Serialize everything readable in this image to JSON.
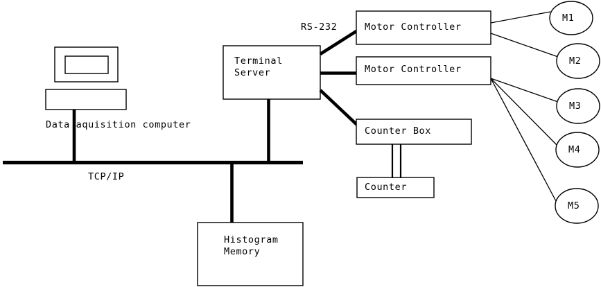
{
  "diagram": {
    "title": "Data acquisition system block diagram",
    "colors": {
      "background": "#ffffff",
      "stroke": "#000000",
      "text": "#000000"
    },
    "nodes": {
      "monitor": {
        "label": ""
      },
      "keyboard": {
        "label": ""
      },
      "computer_caption": {
        "label": "Data aquisition computer"
      },
      "terminal_server": {
        "line1": "Terminal",
        "line2": "Server"
      },
      "motor_controller_1": {
        "label": "Motor Controller"
      },
      "motor_controller_2": {
        "label": "Motor Controller"
      },
      "counter_box": {
        "label": "Counter Box"
      },
      "counter": {
        "label": "Counter"
      },
      "histogram_memory": {
        "line1": "Histogram",
        "line2": "Memory"
      },
      "motors": [
        {
          "label": "M1"
        },
        {
          "label": "M2"
        },
        {
          "label": "M3"
        },
        {
          "label": "M4"
        },
        {
          "label": "M5"
        }
      ]
    },
    "link_labels": {
      "serial": "RS-232",
      "network": "TCP/IP"
    }
  }
}
